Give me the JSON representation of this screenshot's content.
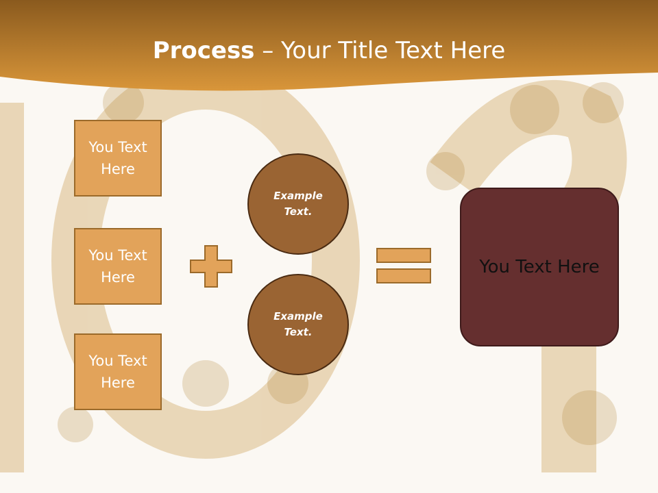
{
  "title": {
    "bold": "Process",
    "rest": " – Your Title Text Here"
  },
  "boxes": [
    {
      "text": "You Text Here"
    },
    {
      "text": "You Text Here"
    },
    {
      "text": "You Text Here"
    }
  ],
  "circles": [
    {
      "text": "Example Text."
    },
    {
      "text": "Example Text."
    }
  ],
  "result": {
    "text": "You Text Here"
  },
  "colors": {
    "header_dark": "#8a5a1e",
    "header_light": "#d9963a",
    "box_fill": "#e2a35a",
    "circle_fill": "#9a6433",
    "result_fill": "#652f2f",
    "operator_fill": "#e2a35a"
  }
}
